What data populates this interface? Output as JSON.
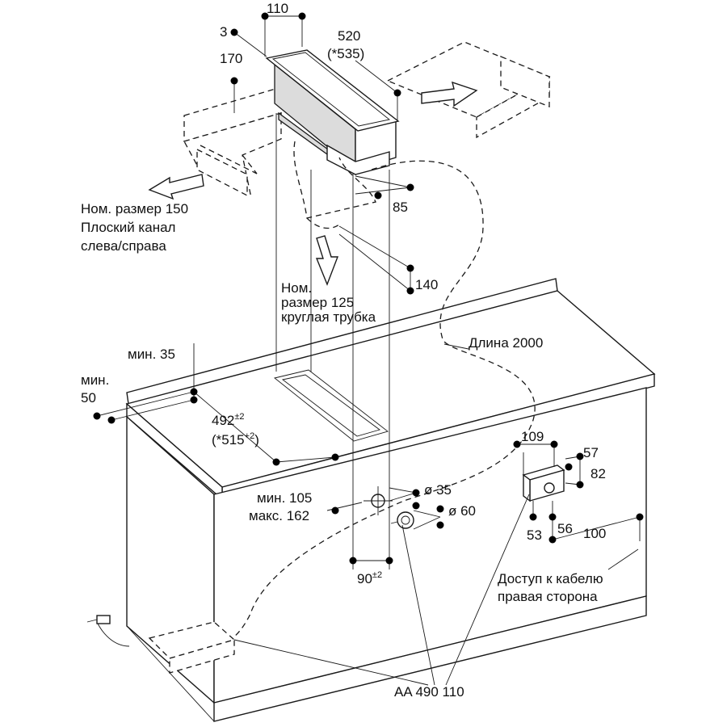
{
  "dimensions": {
    "top_width": "110",
    "top_offset": "3",
    "depth_height": "170",
    "top_length": "520",
    "top_length_alt": "(*535)",
    "outlet_depth": "85",
    "outlet_height": "140",
    "cutout_length": "492",
    "cutout_length_tol": "±2",
    "cutout_length_alt": "(*515",
    "cutout_length_alt_tol": "+2",
    "cutout_length_alt_close": ")",
    "min_front_label": "мин. 35",
    "min_side_label_1": "мин.",
    "min_side_label_2": "50",
    "hole_min": "мин. 105",
    "hole_max": "макс. 162",
    "hole_d1": "ø 35",
    "hole_d2": "ø 60",
    "cutout_width": "90",
    "cutout_width_tol": "±2",
    "box_width": "109",
    "box_w2": "57",
    "box_height": "82",
    "box_d1": "53",
    "box_d2": "56",
    "side_dist": "100"
  },
  "labels": {
    "flat_duct_1": "Ном. размер 150",
    "flat_duct_2": "Плоский канал",
    "flat_duct_3": "слева/справа",
    "round_pipe_1": "Ном.",
    "round_pipe_2": "размер 125",
    "round_pipe_3": "круглая трубка",
    "cable_length": "Длина 2000",
    "cable_access_1": "Доступ к кабелю",
    "cable_access_2": "правая сторона",
    "accessory": "AA 490 110"
  }
}
